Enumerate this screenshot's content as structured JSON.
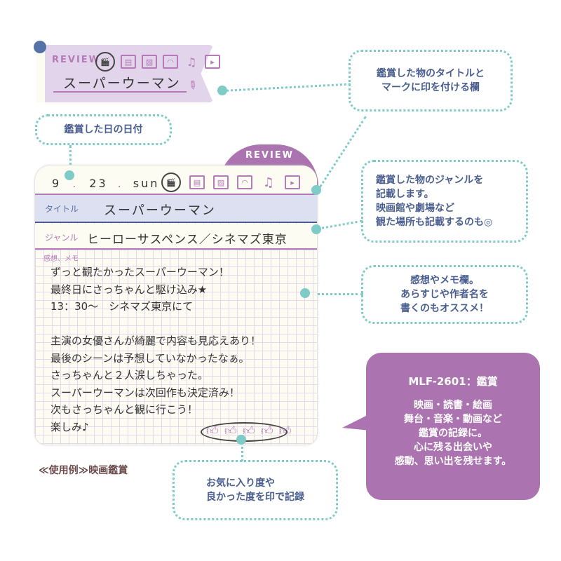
{
  "label_sample": {
    "review": "REVIEW",
    "title": "スーパーウーマン",
    "pencil_icon": "pencil-icon"
  },
  "genre_icons": [
    "clapperboard-icon",
    "book-icon",
    "picture-icon",
    "theater-stage-icon",
    "music-note-icon",
    "video-play-icon"
  ],
  "callouts": {
    "title_mark": "鑑賞した物のタイトルと\nマークに印を付ける欄",
    "date": "鑑賞した日の日付",
    "genre": "鑑賞した物のジャンルを\n記載します。\n映画館や劇場など\n観た場所も記載するのも◎",
    "memo": "感想やメモ欄。\nあらすじや作者名を\n書くのもオススメ！",
    "rating": "お気に入り度や\n良かった度を印で記録"
  },
  "note": {
    "tab": "REVIEW",
    "date": {
      "month": "9",
      "day": "23",
      "weekday": "sun"
    },
    "title_label": "タイトル",
    "title_value": "スーパーウーマン",
    "genre_label": "ジャンル",
    "genre_value": "ヒーローサスペンス／シネマズ東京",
    "memo_label": "感想、メモ",
    "memo_lines": [
      "ずっと観たかったスーパーウーマン！",
      "最終日にさっちゃんと駆け込み★",
      "13：30～　シネマズ東京にて",
      "",
      "主演の女優さんが綺麗で内容も見応えあり！",
      "最後のシーンは予想していなかったなぁ。",
      "さっちゃんと２人涙しちゃった。",
      "スーパーウーマンは次回作も決定済み！",
      "次もさっちゃんと観に行こう！",
      "楽しみ♪"
    ],
    "rating": 4,
    "rating_max": 5
  },
  "caption": "≪使用例≫映画鑑賞",
  "product": {
    "code": "MLF-2601：鑑賞",
    "description": "映画・読書・絵画\n舞台・音楽・動画など\n鑑賞の記録に。\n心に残る出会いや\n感動、思い出を残せます。"
  },
  "colors": {
    "purple": "#ab74b0",
    "lavender": "#e2d4ea",
    "teal": "#7ecbc8",
    "navy": "#4a5f8f",
    "title_band": "#dde0f0",
    "paper": "#fdfcf3"
  }
}
